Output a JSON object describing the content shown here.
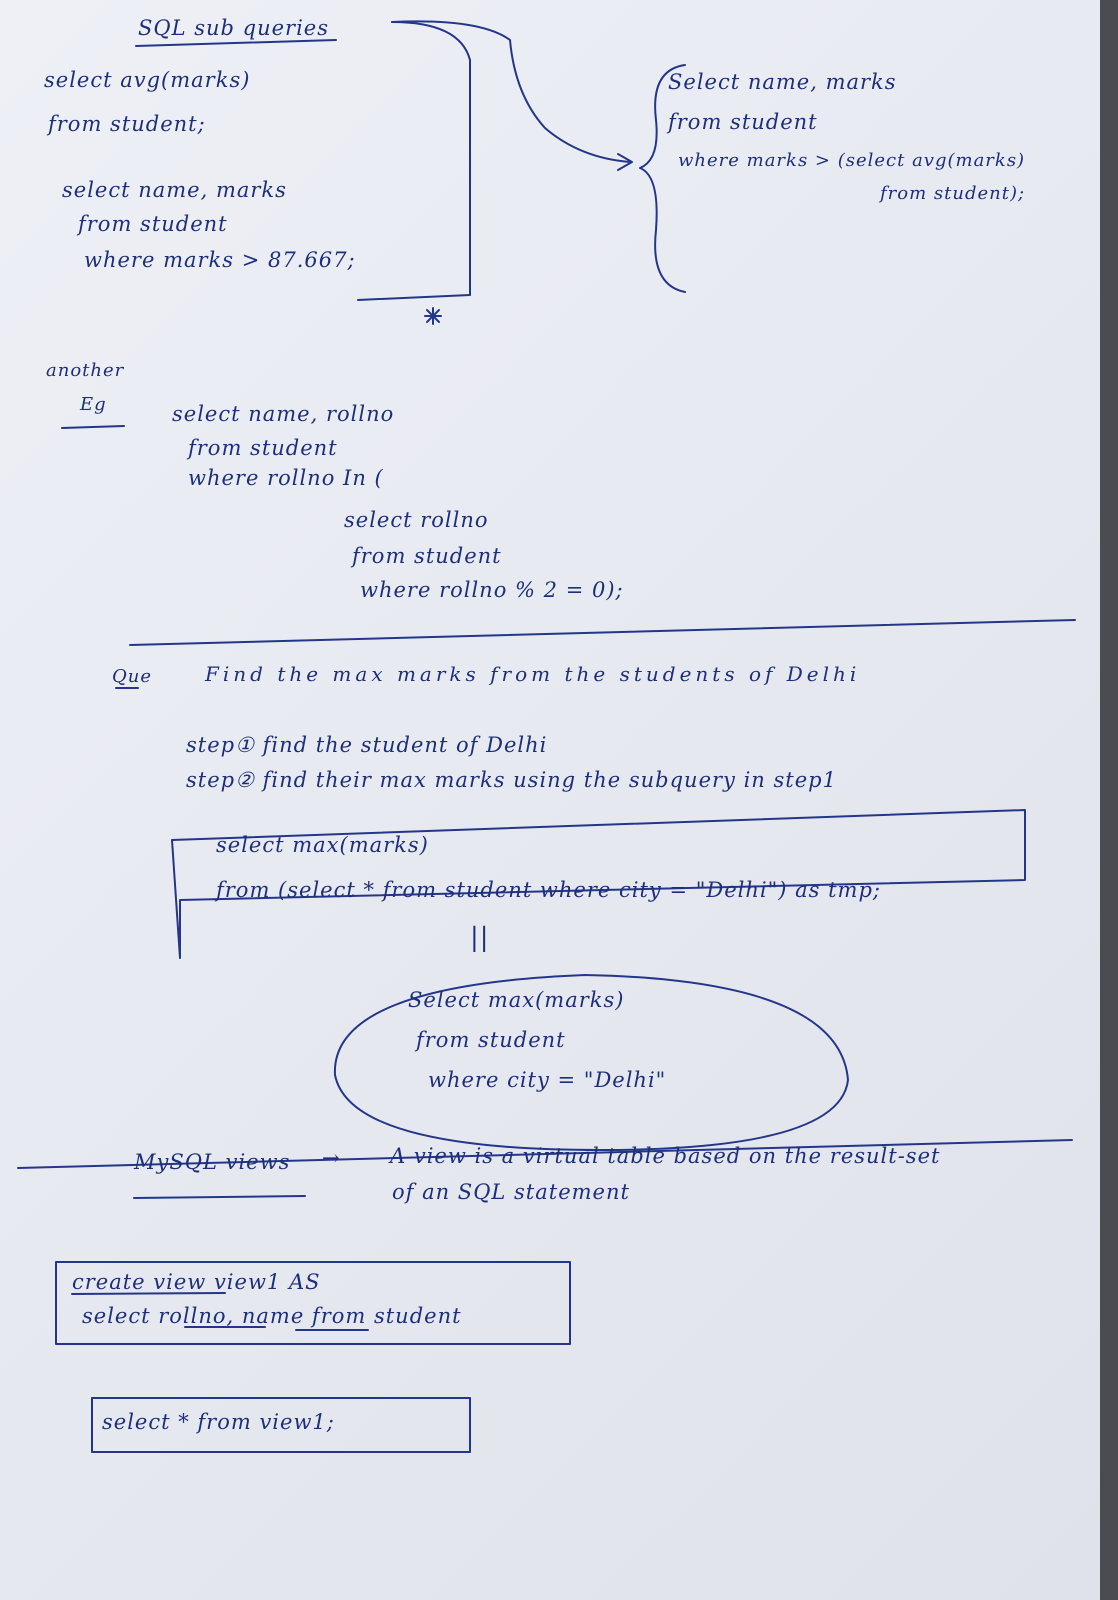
{
  "title": "SQL sub queries",
  "example1": {
    "q1": [
      "select avg(marks)",
      "from student;"
    ],
    "q2": [
      "select name, marks",
      "from student",
      "where marks > 87.667;"
    ],
    "combined": [
      "Select name, marks",
      "from student",
      "where marks > (select avg(marks)",
      "from student);"
    ]
  },
  "another": {
    "label1": "another",
    "label2": "Eg",
    "lines": [
      "select name, rollno",
      "from student",
      "where rollno In (",
      "select rollno",
      "from student",
      "where rollno % 2 = 0);"
    ]
  },
  "question": {
    "label": "Que",
    "text": "Find the max marks from the students of Delhi",
    "step1": "step① find the student of Delhi",
    "step2": "step② find their max marks using the subquery in step1",
    "box_lines": [
      "select max(marks)",
      "from (select * from student where city = \"Delhi\") as tmp;"
    ],
    "equals": "||",
    "ellipse_lines": [
      "Select max(marks)",
      "from student",
      "where city = \"Delhi\""
    ]
  },
  "views": {
    "heading": "MySQL views",
    "arrow": "→",
    "desc1": "A view is a virtual table based on the result-set",
    "desc2": "of an SQL statement",
    "create_lines": [
      "create view view1 AS",
      "select rollno, name from student"
    ],
    "select_line": "select * from view1;"
  }
}
